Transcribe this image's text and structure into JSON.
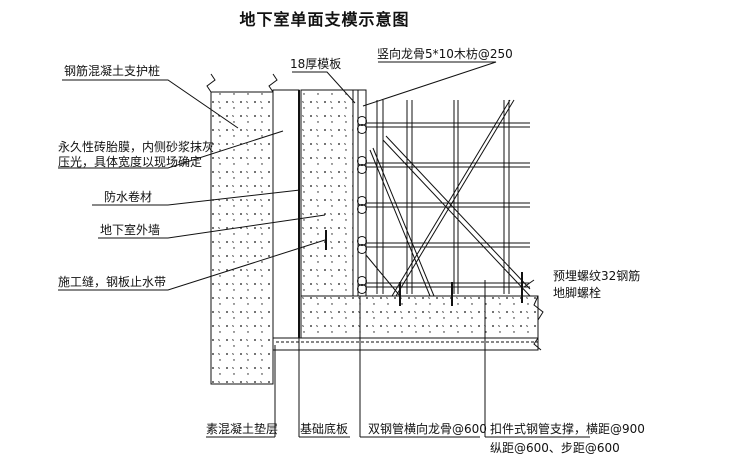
{
  "title": "地下室单面支模示意图",
  "labels": {
    "pile": "钢筋混凝土支护桩",
    "brick_line1": "永久性砖胎膜，内侧砂浆抹灰",
    "brick_line2": "压光，具体宽度以现场确定",
    "waterproof": "防水卷材",
    "outer_wall": "地下室外墙",
    "joint": "施工缝，钢板止水带",
    "formwork": "18厚模板",
    "stud": "竖向龙骨5*10木枋@250",
    "anchor_line1": "预埋螺纹32钢筋",
    "anchor_line2": "地脚螺栓",
    "cushion": "素混凝土垫层",
    "base_slab": "基础底板",
    "waler": "双钢管横向龙骨@600",
    "support_line1": "扣件式钢管支撑，横距@900",
    "support_line2": "纵距@600、步距@600"
  }
}
